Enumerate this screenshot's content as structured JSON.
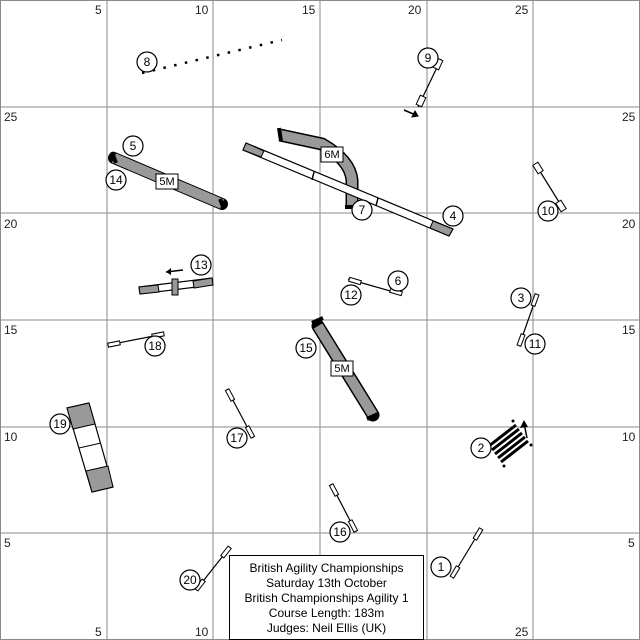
{
  "grid": {
    "top_labels": [
      "5",
      "10",
      "15",
      "20",
      "25"
    ],
    "bottom_labels": [
      "5",
      "10",
      "25"
    ],
    "left_labels": [
      "25",
      "20",
      "15",
      "10",
      "5"
    ],
    "right_labels": [
      "25",
      "20",
      "15",
      "10",
      "5"
    ]
  },
  "obstacle_numbers": [
    "1",
    "2",
    "3",
    "4",
    "5",
    "6",
    "7",
    "8",
    "9",
    "10",
    "11",
    "12",
    "13",
    "14",
    "15",
    "16",
    "17",
    "18",
    "19",
    "20"
  ],
  "tunnel_labels": [
    "5M",
    "6M",
    "5M"
  ],
  "info": {
    "line1": "British Agility Championships",
    "line2": "Saturday 13th October",
    "line3": "British Championships Agility 1",
    "line4": "Course Length: 183m",
    "line5": "Judges: Neil Ellis (UK)"
  },
  "colors": {
    "tunnel": "#999999",
    "grid": "#8a8a8a",
    "contact_zone": "#999999"
  }
}
